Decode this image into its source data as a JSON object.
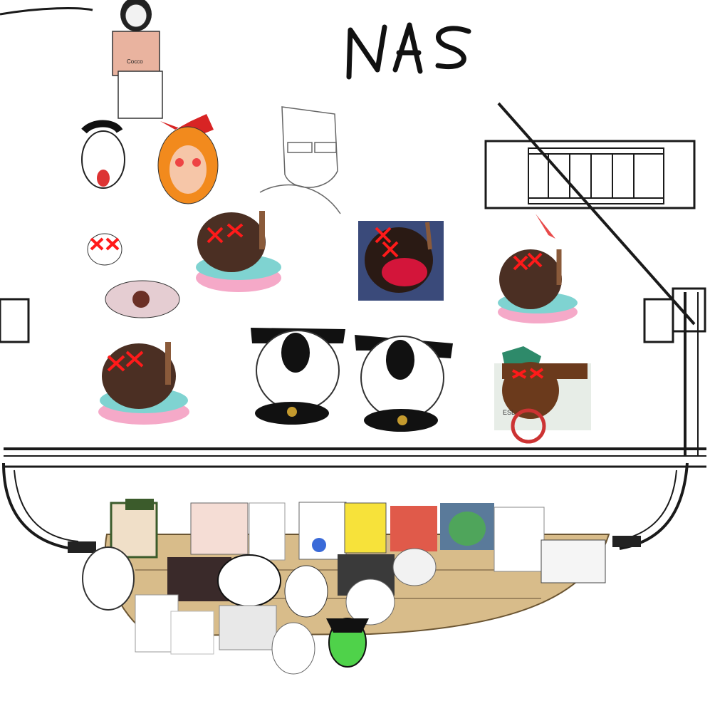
{
  "title": {
    "text": "NAS",
    "color": "#111111"
  },
  "badge_text": "Cocco",
  "patch_text": "ESL",
  "colors": {
    "background": "#ffffff",
    "line": "#1a1a1a",
    "deck": "#d8bc8a",
    "x_mark": "#ff1a1a",
    "pink_base": "#f5a9c8",
    "teal_base": "#7fd3d1",
    "skin_dark": "#4b2f23",
    "orange_hair": "#f28a1d",
    "yellow_face": "#f7e23a",
    "green_face": "#4fd24a"
  },
  "icons": [
    "handwritten-nas-label",
    "stick-figure-drawing",
    "ladder-diagram",
    "overhead-rail",
    "meme-characters",
    "boat-hull"
  ]
}
